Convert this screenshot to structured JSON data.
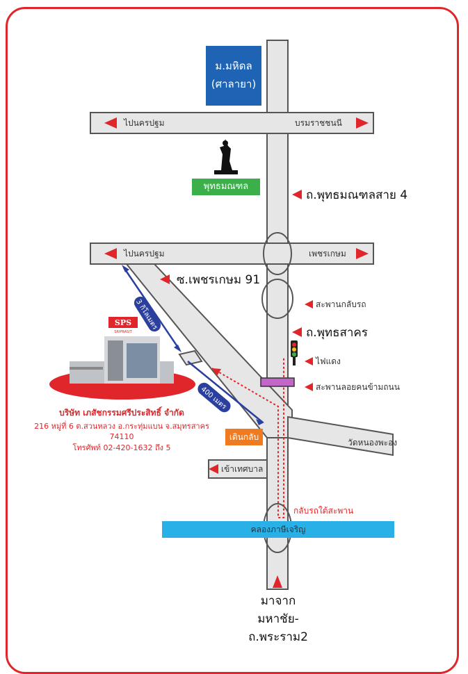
{
  "landmarks": {
    "university": [
      "ม.มหิดล",
      "(ศาลายา)"
    ],
    "buddha_park": "พุทธมณฑล"
  },
  "roads": {
    "to_nakhon_pathom_top": "ไปนครปฐม",
    "borom_ratchachonnani": "บรมราชชนนี",
    "phutthamonthon_sai_4": "ถ.พุทธมณฑลสาย 4",
    "to_nakhon_pathom_mid": "ไปนครปฐม",
    "phetkasem": "เพชรเกษม",
    "soi_phetkasem_91": "ซ.เพชรเกษม 91",
    "phuttha_sakhon": "ถ.พุทธสาคร",
    "wat_nong_phong": "วัดหนองพะอง",
    "to_municipality": "เข้าเทศบาล",
    "canal": "คลองภาษีเจริญ"
  },
  "points": {
    "return_bridge": "สะพานกลับรถ",
    "traffic_light": "ไฟแดง",
    "pedestrian_bridge": "สะพานลอยคนข้ามถนน",
    "u_turn_under_bridge": "กลับรถใต้สะพาน",
    "walk_back": "เดินกลับ"
  },
  "distances": {
    "three_km": "3 กิโลเมตร",
    "four_hundred_m": "400 เมตร"
  },
  "company": {
    "logo": "SPS",
    "logo_sub": "SRIPRASIT",
    "name": "บริษัท เภสัชกรรมศรีประสิทธิ์ จำกัด",
    "address": "216 หมู่ที่ 6 ต.สวนหลวง อ.กระทุ่มแบน จ.สมุทรสาคร 74110",
    "phone": "โทรศัพท์ 02-420-1632 ถึง 5"
  },
  "origin": [
    "มาจาก",
    "มหาชัย-ถ.พระราม2"
  ],
  "colors": {
    "frame": "#e0262a",
    "university_box": "#1f63b5",
    "buddha_box": "#3bb04a",
    "u_turn_box": "#ef7a1f",
    "canal": "#29b0e6",
    "arrow": "#e0262a",
    "distance_arrow": "#2b3f9e"
  }
}
